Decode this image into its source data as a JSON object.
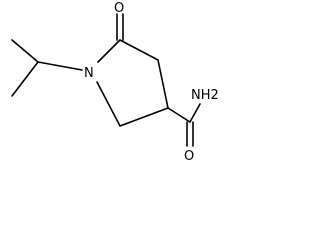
{
  "molecule": {
    "atoms": {
      "ring_nitrogen": "N",
      "lactam_oxygen": "O",
      "amide_oxygen": "O",
      "amide_nitrogen": "NH2"
    }
  },
  "colors": {
    "bond": "#000000",
    "label": "#000000",
    "background": "#ffffff"
  }
}
